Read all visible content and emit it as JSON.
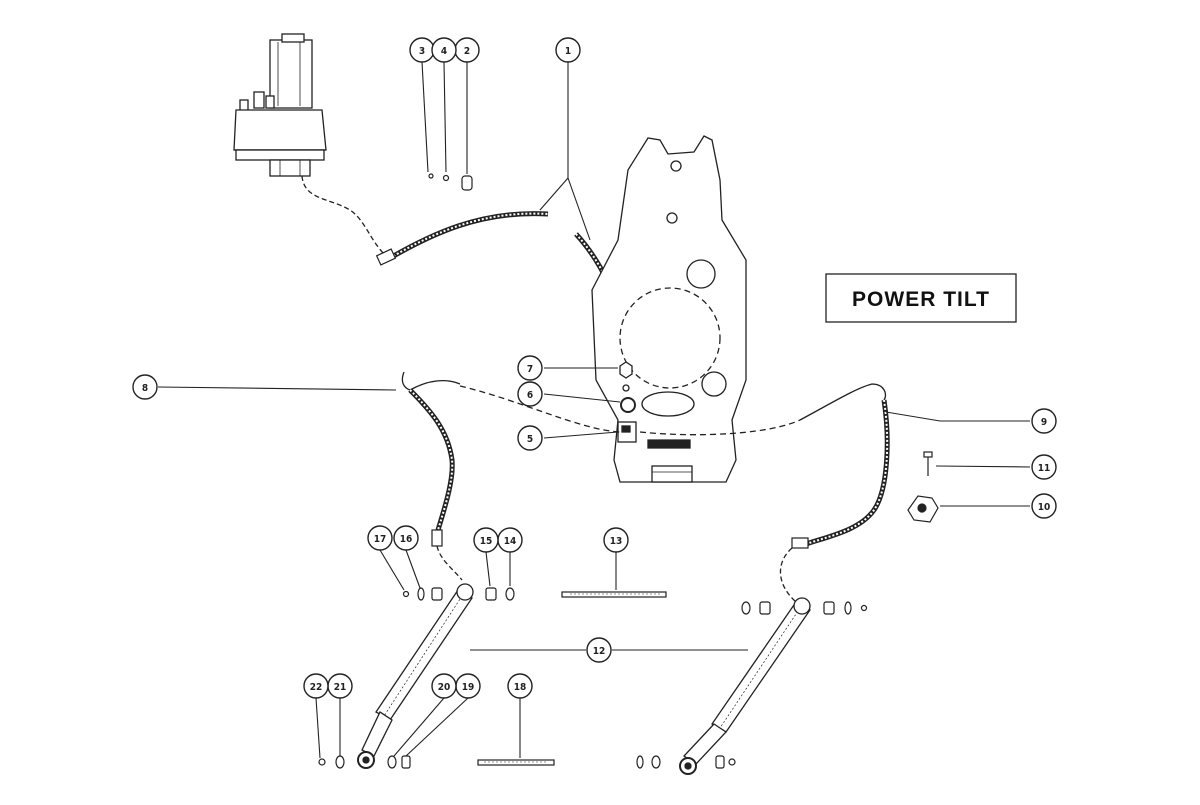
{
  "title": "POWER TILT",
  "callouts": [
    {
      "id": "c1",
      "number": "1"
    },
    {
      "id": "c2",
      "number": "2"
    },
    {
      "id": "c3",
      "number": "3"
    },
    {
      "id": "c4",
      "number": "4"
    },
    {
      "id": "c5",
      "number": "5"
    },
    {
      "id": "c6",
      "number": "6"
    },
    {
      "id": "c7",
      "number": "7"
    },
    {
      "id": "c8",
      "number": "8"
    },
    {
      "id": "c9",
      "number": "9"
    },
    {
      "id": "c10",
      "number": "10"
    },
    {
      "id": "c11",
      "number": "11"
    },
    {
      "id": "c12",
      "number": "12"
    },
    {
      "id": "c13",
      "number": "13"
    },
    {
      "id": "c14",
      "number": "14"
    },
    {
      "id": "c15",
      "number": "15"
    },
    {
      "id": "c16",
      "number": "16"
    },
    {
      "id": "c17",
      "number": "17"
    },
    {
      "id": "c18",
      "number": "18"
    },
    {
      "id": "c19",
      "number": "19"
    },
    {
      "id": "c20",
      "number": "20"
    },
    {
      "id": "c21",
      "number": "21"
    },
    {
      "id": "c22",
      "number": "22"
    }
  ],
  "colors": {
    "ink": "#222222",
    "paper": "#ffffff"
  }
}
